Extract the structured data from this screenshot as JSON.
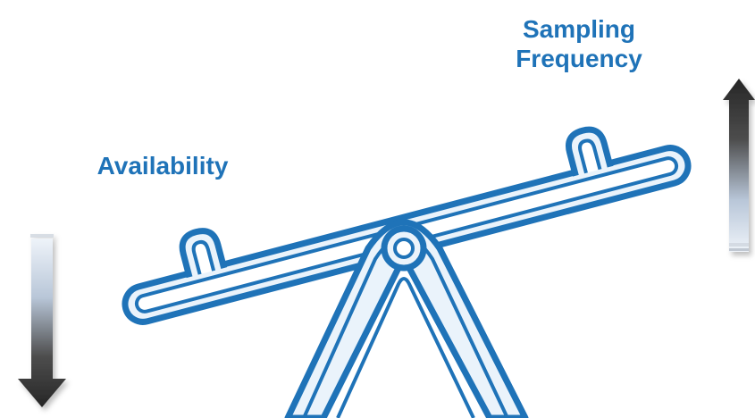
{
  "labels": {
    "right_line1": "Sampling",
    "right_line2": "Frequency",
    "left": "Availability"
  },
  "colors": {
    "text": "#1f73b8",
    "seesaw_stroke": "#1f73b8",
    "seesaw_fill": "#eaf3fb",
    "arrow_dark": "#2b2b2b",
    "arrow_light": "#e6edf6"
  },
  "icons": {
    "up_arrow": "up-arrow-icon",
    "down_arrow": "down-arrow-icon",
    "seesaw": "seesaw-icon"
  }
}
